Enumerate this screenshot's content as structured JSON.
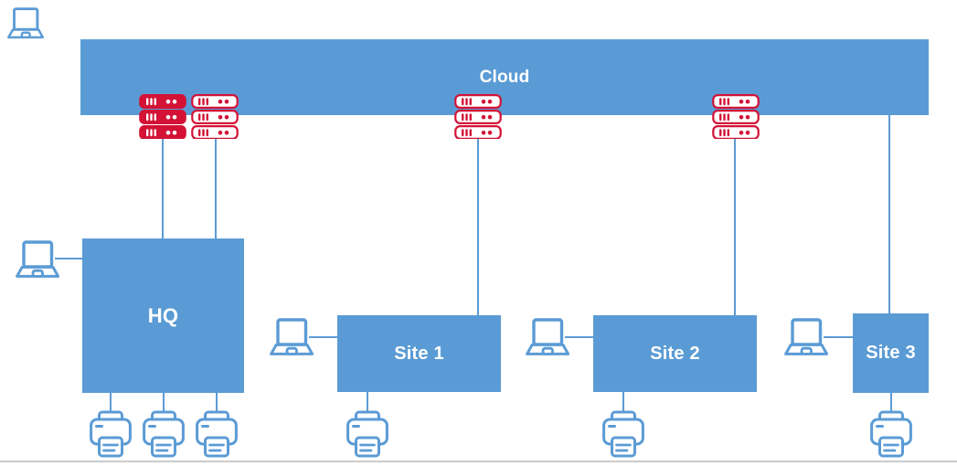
{
  "colors": {
    "node_blue": "#5b9bd5",
    "server_red": "#d31235",
    "label_text": "#ffffff",
    "connector_blue": "#5b9bd5",
    "baseline_gray": "#cbcbcb",
    "background": "#ffffff"
  },
  "nodes": {
    "cloud": {
      "label": "Cloud"
    },
    "hq": {
      "label": "HQ"
    },
    "site1": {
      "label": "Site 1"
    },
    "site2": {
      "label": "Site 2"
    },
    "site3": {
      "label": "Site 3"
    }
  },
  "icons": {
    "server_racks": [
      {
        "name": "hq-server-rack-filled",
        "style": "filled-red",
        "units": 3
      },
      {
        "name": "hq-server-rack-outline",
        "style": "outline-red",
        "units": 3
      },
      {
        "name": "site1-server-rack",
        "style": "outline-red",
        "units": 3
      },
      {
        "name": "site2-server-rack",
        "style": "outline-red",
        "units": 3
      }
    ],
    "laptops": [
      "cloud-laptop",
      "hq-laptop",
      "site1-laptop",
      "site2-laptop",
      "site3-laptop"
    ],
    "printers": [
      "hq-printer-1",
      "hq-printer-2",
      "hq-printer-3",
      "site1-printer",
      "site2-printer",
      "site3-printer"
    ]
  },
  "edges": [
    {
      "from": "hq-server-rack-filled",
      "to": "hq"
    },
    {
      "from": "hq-server-rack-outline",
      "to": "hq"
    },
    {
      "from": "site1-server-rack",
      "to": "site1"
    },
    {
      "from": "site2-server-rack",
      "to": "site2"
    },
    {
      "from": "cloud",
      "to": "site3"
    },
    {
      "from": "hq-laptop",
      "to": "hq"
    },
    {
      "from": "site1-laptop",
      "to": "site1"
    },
    {
      "from": "site2-laptop",
      "to": "site2"
    },
    {
      "from": "site3-laptop",
      "to": "site3"
    },
    {
      "from": "hq",
      "to": "hq-printer-1"
    },
    {
      "from": "hq",
      "to": "hq-printer-2"
    },
    {
      "from": "hq",
      "to": "hq-printer-3"
    },
    {
      "from": "site1",
      "to": "site1-printer"
    },
    {
      "from": "site2",
      "to": "site2-printer"
    },
    {
      "from": "site3",
      "to": "site3-printer"
    }
  ]
}
